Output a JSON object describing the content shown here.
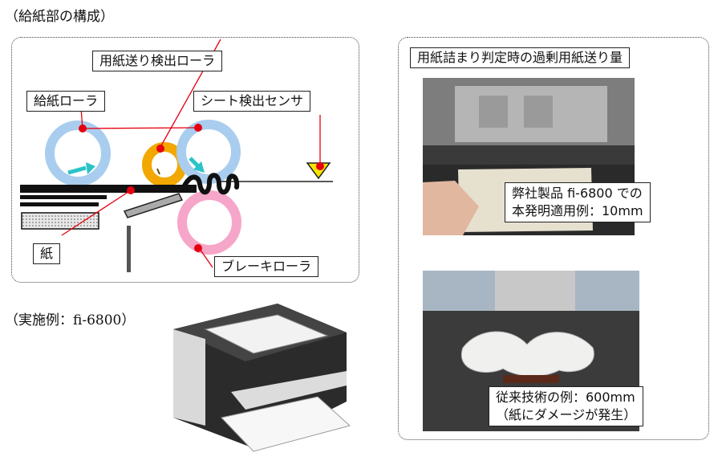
{
  "page": {
    "section_title": "（給紙部の構成）",
    "example_caption": "（実施例：fi-6800）"
  },
  "diagram": {
    "labels": {
      "pick_roller": "給紙ローラ",
      "feed_detect_roller": "用紙送り検出ローラ",
      "sheet_sensor": "シート検出センサ",
      "paper": "紙",
      "brake_roller": "ブレーキローラ"
    },
    "colors": {
      "pick_roller": "#a9cdee",
      "feed_detect_roller": "#f2a800",
      "brake_roller": "#f6a6c8",
      "sensor": "#f5e400",
      "pointer": "#e4000f",
      "arrow": "#2bc3c7"
    }
  },
  "right_panel": {
    "title": "用紙詰まり判定時の過剰用紙送り量",
    "photo1_caption_line1": "弊社製品 fi-6800 での",
    "photo1_caption_line2": "本発明適用例：10mm",
    "photo2_caption_line1": "従来技術の例：600mm",
    "photo2_caption_line2": "（紙にダメージが発生）"
  }
}
